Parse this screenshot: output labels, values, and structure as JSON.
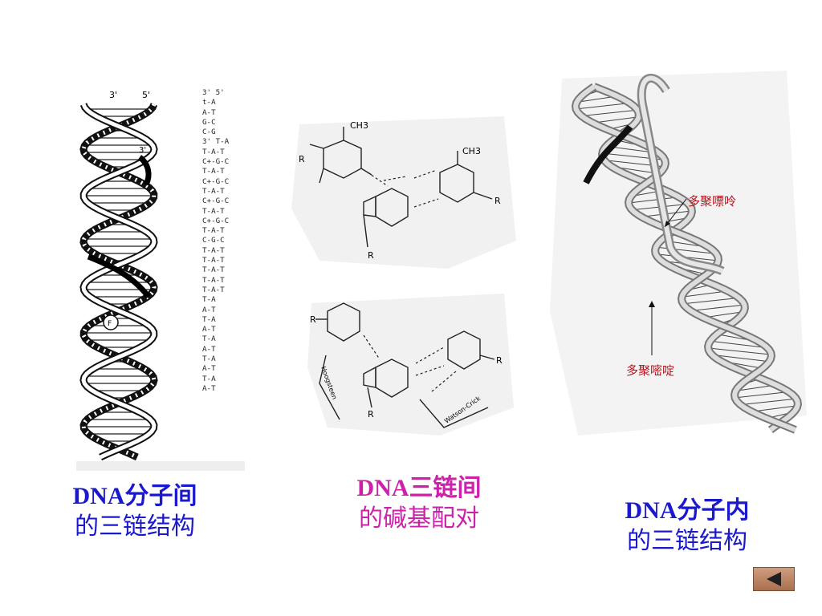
{
  "helix_labels": {
    "three_prime": "3'",
    "five_prime": "5'",
    "three_prime_mid": "3'",
    "p_marker": "F"
  },
  "sequence": {
    "header": "3' 5'",
    "rows": [
      "t-A",
      "A-T",
      "G-C",
      "C-G",
      "3' T-A",
      "T-A-T",
      "C+-G-C",
      "T-A-T",
      "C+-G-C",
      "T-A-T",
      "C+-G-C",
      "T-A-T",
      "C+-G-C",
      "T-A-T",
      "C-G-C",
      "T-A-T",
      "T-A-T",
      "T-A-T",
      "T-A-T",
      "T-A-T",
      "T-A",
      "A-T",
      "T-A",
      "A-T",
      "T-A",
      "A-T",
      "T-A",
      "A-T",
      "T-A",
      "A-T"
    ]
  },
  "base_pair_top": {
    "ch3_a": "CH3",
    "ch3_b": "CH3",
    "r1": "R",
    "r2": "R",
    "r3": "R"
  },
  "base_pair_bottom": {
    "r1": "R",
    "r2": "R",
    "r3": "R",
    "hoogsteen": "Hoogsteen",
    "watson_crick": "Watson-Crick"
  },
  "intramolecular": {
    "label_purine": "多聚嘌呤",
    "label_pyrimidine": "多聚嘧啶"
  },
  "captions": {
    "left": {
      "line1": "DNA分子间",
      "line2": "的三链结构",
      "color": "#1a1acc"
    },
    "middle": {
      "line1": "DNA三链间",
      "line2": "的碱基配对",
      "color": "#cc22aa"
    },
    "right": {
      "line1": "DNA分子内",
      "line2": "的三链结构",
      "color": "#1a1acc"
    }
  },
  "colors": {
    "label_red": "#b3121b",
    "nav_button": "#c08a6a"
  },
  "nav": {
    "icon": "back-arrow-icon"
  }
}
